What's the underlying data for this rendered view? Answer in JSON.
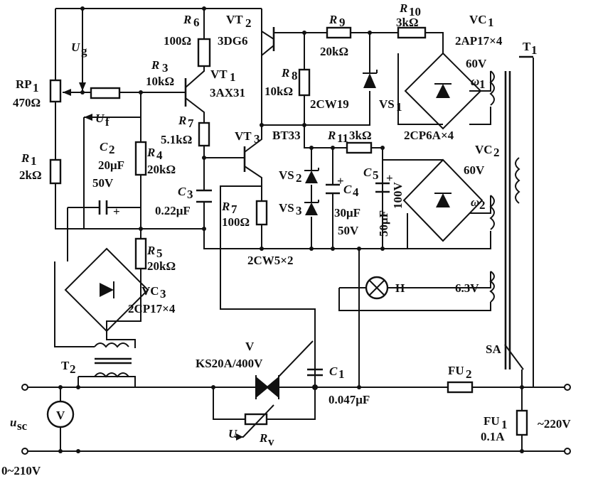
{
  "labels": {
    "r6": "R",
    "r6_sub": "6",
    "r6_val": "100Ω",
    "vt2": "VT",
    "vt2_sub": "2",
    "vt2_type": "3DG6",
    "r9": "R",
    "r9_sub": "9",
    "r9_val": "20kΩ",
    "r10": "R",
    "r10_sub": "10",
    "r10_val": "3kΩ",
    "vc1": "VC",
    "vc1_sub": "1",
    "vc1_type": "2AP17×4",
    "t1": "T",
    "t1_sub": "1",
    "ug": "U",
    "ug_sub": "g",
    "rp1": "RP",
    "rp1_sub": "1",
    "rp1_val": "470Ω",
    "r3": "R",
    "r3_sub": "3",
    "r3_val": "10kΩ",
    "vt1": "VT",
    "vt1_sub": "1",
    "vt1_type": "3AX31",
    "r8": "R",
    "r8_sub": "8",
    "r8_val": "10kΩ",
    "vs1_type": "2CW19",
    "vs1": "VS",
    "vs1_sub": "1",
    "v60a": "60V",
    "w1": "ω",
    "w1_sub": "1",
    "uf": "U",
    "uf_sub": "f",
    "r7a": "R",
    "r7a_sub": "7",
    "r7a_val": "5.1kΩ",
    "vt3": "VT",
    "vt3_sub": "3",
    "vt3_type": "BT33",
    "r11": "R",
    "r11_sub": "11",
    "r11_val": "3kΩ",
    "vc2_type": "2CP6A×4",
    "vc2": "VC",
    "vc2_sub": "2",
    "r1": "R",
    "r1_sub": "1",
    "r1_val": "2kΩ",
    "c2": "C",
    "c2_sub": "2",
    "c2_val": "20μF",
    "c2_volt": "50V",
    "r4": "R",
    "r4_sub": "4",
    "r4_val": "20kΩ",
    "vs2": "VS",
    "vs2_sub": "2",
    "vs3": "VS",
    "vs3_sub": "3",
    "c4": "C",
    "c4_sub": "4",
    "c4_val": "30μF",
    "c4_volt": "50V",
    "c5": "C",
    "c5_sub": "5",
    "c5_val": "50μF",
    "c5_volt": "100V",
    "v60b": "60V",
    "w2": "ω",
    "w2_sub": "2",
    "c3": "C",
    "c3_sub": "3",
    "c3_val": "0.22μF",
    "r7b": "R",
    "r7b_sub": "7",
    "r7b_val": "100Ω",
    "vs23_type": "2CW5×2",
    "r5": "R",
    "r5_sub": "5",
    "r5_val": "20kΩ",
    "h": "H",
    "v63": "6.3V",
    "vc3": "VC",
    "vc3_sub": "3",
    "vc3_type": "2CP17×4",
    "v": "V",
    "v_type": "KS20A/400V",
    "sa": "SA",
    "t2": "T",
    "t2_sub": "2",
    "c1": "C",
    "c1_sub": "1",
    "c1_val": "0.047μF",
    "fu2": "FU",
    "fu2_sub": "2",
    "usc": "u",
    "usc_sub": "sc",
    "u": "U",
    "rv": "R",
    "rv_sub": "v",
    "fu1": "FU",
    "fu1_sub": "1",
    "fu1_val": "0.1A",
    "mains": "~220V",
    "out_range": "0~210V",
    "meter": "V"
  }
}
